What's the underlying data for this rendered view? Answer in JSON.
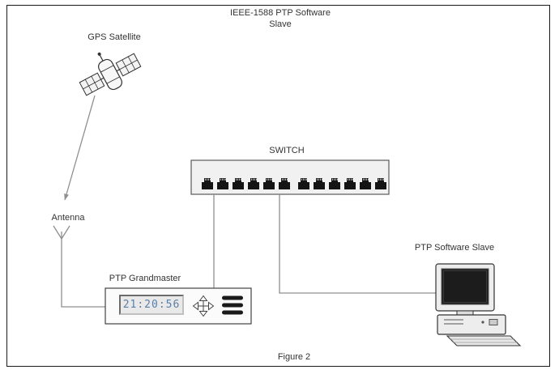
{
  "diagram": {
    "title": {
      "line1": "IEEE-1588 PTP Software",
      "line2": "Slave"
    },
    "labels": {
      "gps_satellite": "GPS Satellite",
      "antenna": "Antenna",
      "switch": "SWITCH",
      "ptp_grandmaster": "PTP Grandmaster",
      "ptp_software_slave": "PTP Software Slave"
    },
    "grandmaster": {
      "clock_time": "21:20:56"
    },
    "caption": "Figure 2",
    "icons": [
      "gps-satellite-icon",
      "antenna-icon",
      "down-arrow-icon",
      "ethernet-port-icon",
      "move-cross-icon",
      "menu-bars-icon",
      "desktop-computer-icon"
    ],
    "colors": {
      "connection_line": "#8f8f8f",
      "frame_border": "#1a1a1a",
      "box_fill": "#f1f1f1",
      "clock_text": "#5b7fa6",
      "screen": "#1c1c1c"
    }
  }
}
